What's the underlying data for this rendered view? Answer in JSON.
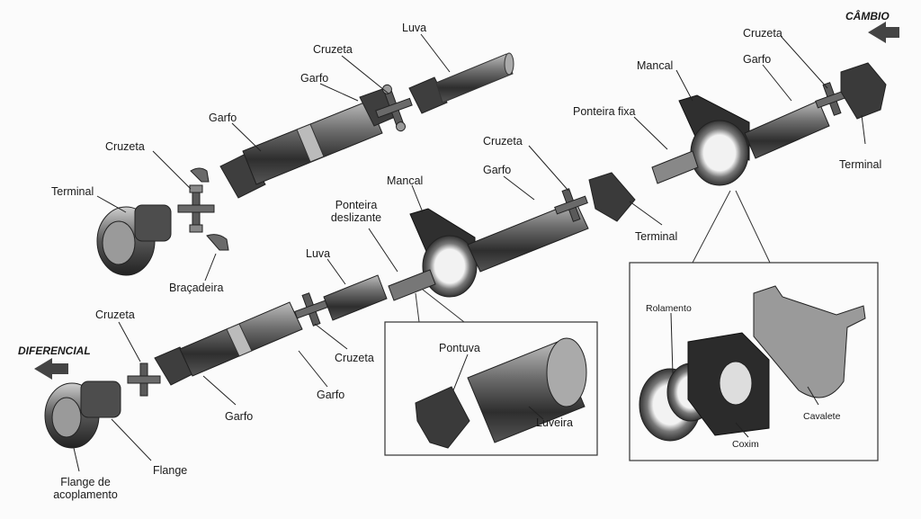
{
  "labels": {
    "luva_top": "Luva",
    "cruzeta_top": "Cruzeta",
    "garfo_top": "Garfo",
    "garfo_top_left": "Garfo",
    "cruzeta_left": "Cruzeta",
    "terminal_left": "Terminal",
    "bracadeira": "Braçadeira",
    "cambio": "CÂMBIO",
    "cruzeta_right": "Cruzeta",
    "garfo_right": "Garfo",
    "mancal_right": "Mancal",
    "ponteira_fixa": "Ponteira fixa",
    "terminal_right": "Terminal",
    "cruzeta_mid": "Cruzeta",
    "garfo_mid": "Garfo",
    "mancal_mid": "Mancal",
    "ponteira_deslizante_1": "Ponteira",
    "ponteira_deslizante_2": "deslizante",
    "terminal_mid": "Terminal",
    "luva_low": "Luva",
    "cruzeta_low_left": "Cruzeta",
    "diferencial": "DIFERENCIAL",
    "cruzeta_low": "Cruzeta",
    "garfo_low_mid": "Garfo",
    "garfo_low_left": "Garfo",
    "flange": "Flange",
    "flange_acoplamento_1": "Flange de",
    "flange_acoplamento_2": "acoplamento",
    "pontuva": "Pontuva",
    "luveira": "Luveira",
    "rolamento": "Rolamento",
    "coxim": "Coxim",
    "cavalete": "Cavalete"
  }
}
